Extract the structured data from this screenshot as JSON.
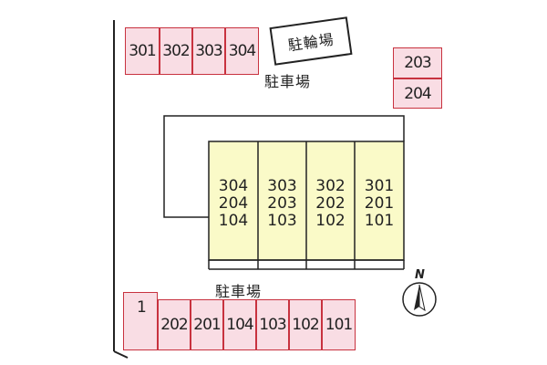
{
  "parking_top": [
    "301",
    "302",
    "303",
    "304"
  ],
  "parking_right": [
    "203",
    "204"
  ],
  "parking_bottom": [
    "1",
    "202",
    "201",
    "104",
    "103",
    "102",
    "101"
  ],
  "labels": {
    "bicycle": "駐輪場",
    "parking_top": "駐車場",
    "parking_bottom": "駐車場",
    "compass": "N"
  },
  "building_units": [
    [
      "304",
      "204",
      "104"
    ],
    [
      "303",
      "203",
      "103"
    ],
    [
      "302",
      "202",
      "102"
    ],
    [
      "301",
      "201",
      "101"
    ]
  ],
  "colors": {
    "parking_fill": "#f9dde4",
    "parking_border": "#c8323f",
    "building_fill": "#fafac8",
    "line": "#222222"
  }
}
